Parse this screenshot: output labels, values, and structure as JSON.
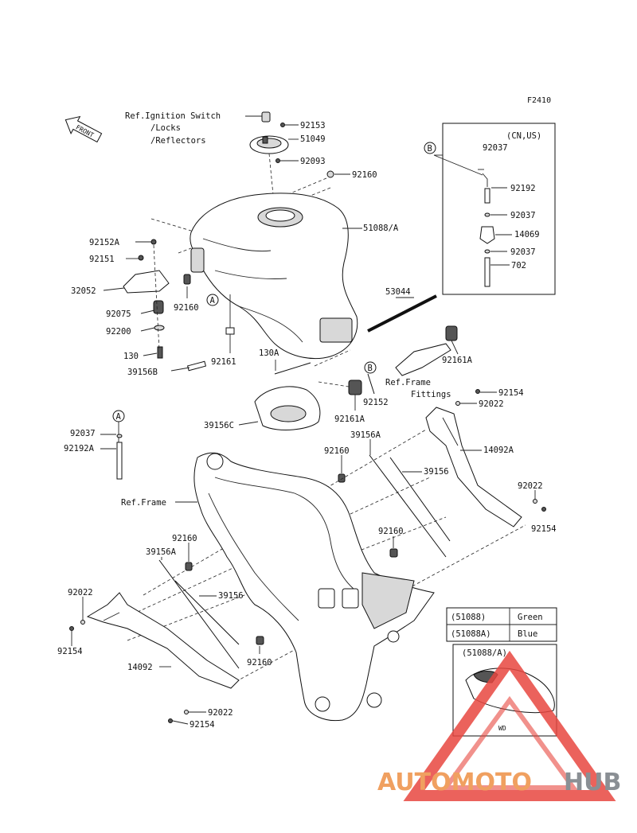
{
  "figure_code": "F2410",
  "front_marker": "FRONT",
  "ref_labels": {
    "ignition_line1": "Ref.Ignition Switch",
    "ignition_line2": "/Locks",
    "ignition_line3": "/Reflectors",
    "frame": "Ref.Frame",
    "frame_fittings_line1": "Ref.Frame",
    "frame_fittings_line2": "Fittings"
  },
  "inset": {
    "title": "(CN,US)",
    "callout": "B",
    "parts": [
      "92037",
      "92192",
      "92037",
      "14069",
      "92037",
      "702"
    ]
  },
  "callouts": {
    "a1": "A",
    "a2": "A",
    "b1": "B",
    "b2": "B"
  },
  "parts": {
    "p92153": "92153",
    "p51049": "51049",
    "p92093": "92093",
    "p92160_top": "92160",
    "p51088A": "51088/A",
    "p92152A": "92152A",
    "p92151": "92151",
    "p32052": "32052",
    "p92075": "92075",
    "p92200": "92200",
    "p130": "130",
    "p39156B": "39156B",
    "p92160_a": "92160",
    "p92161": "92161",
    "p53044": "53044",
    "p130A": "130A",
    "p92161A_r": "92161A",
    "p92152": "92152",
    "p92161A_c": "92161A",
    "p39156C": "39156C",
    "p92154_r": "92154",
    "p92022_r": "92022",
    "p39156A_r": "39156A",
    "p14092A": "14092A",
    "p92160_m": "92160",
    "p39156_r": "39156",
    "p92022_rr": "92022",
    "p92154_rr": "92154",
    "p92160_mm": "92160",
    "p92037_l": "92037",
    "p92192A": "92192A",
    "p92160_l": "92160",
    "p39156A_l": "39156A",
    "p39156_l": "39156",
    "p92022_l": "92022",
    "p92154_l": "92154",
    "p14092": "14092",
    "p92160_b": "92160",
    "p92022_b": "92022",
    "p92154_b": "92154"
  },
  "color_table": {
    "rows": [
      {
        "part": "(51088)",
        "color": "Green"
      },
      {
        "part": "(51088A)",
        "color": "Blue"
      }
    ],
    "variant_label": "(51088/A)",
    "variant_caption": "WD"
  },
  "watermark": {
    "part1": "AUTOMOTO",
    "part2": "HUB"
  },
  "colors": {
    "ink": "#111111",
    "watermark_red": "#e8473f",
    "watermark_orange": "#f0a060",
    "watermark_gray": "#8a8f94"
  }
}
